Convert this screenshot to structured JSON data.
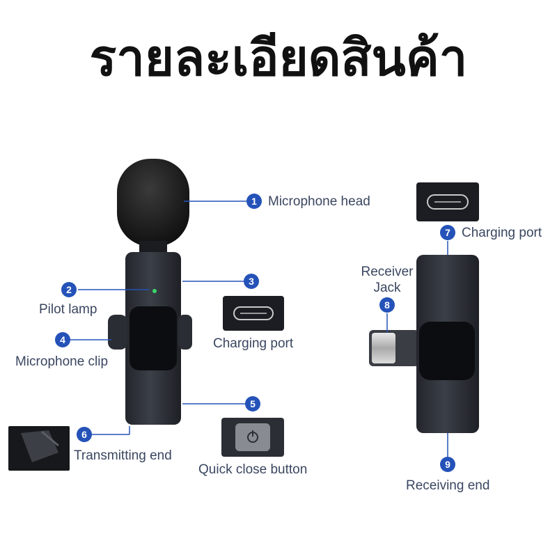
{
  "title": "รายละเอียดสินค้า",
  "colors": {
    "accent": "#2452b8",
    "label": "#3a4660",
    "device": "#2e323a",
    "pilot_led": "#39d86a"
  },
  "callouts": [
    {
      "num": "1",
      "label": "Microphone head"
    },
    {
      "num": "2",
      "label": "Pilot lamp"
    },
    {
      "num": "3",
      "label": "Charging port"
    },
    {
      "num": "4",
      "label": "Microphone clip"
    },
    {
      "num": "5",
      "label": "Quick close button"
    },
    {
      "num": "6",
      "label": "Transmitting end"
    },
    {
      "num": "7",
      "label": "Charging port"
    },
    {
      "num": "8",
      "label": "Receiver Jack"
    },
    {
      "num": "9",
      "label": "Receiving end"
    }
  ],
  "receiver_label_lines": [
    "Receiver",
    "Jack"
  ]
}
